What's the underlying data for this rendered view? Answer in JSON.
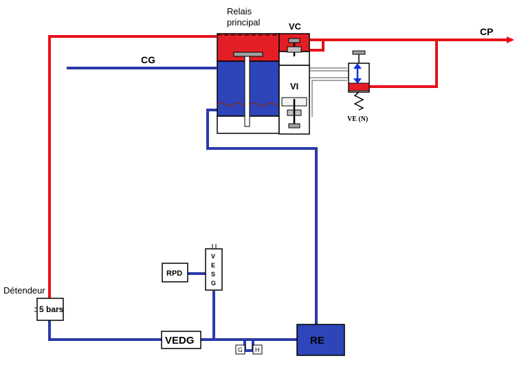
{
  "labels": {
    "relais_line1": "Relais",
    "relais_line2": "principal",
    "vc": "VC",
    "vi": "VI",
    "cp": "CP",
    "cg": "CG",
    "ve": "VE (N)",
    "detendeur": "Détendeur",
    "five_bars": "5 bars",
    "rpd": "RPD",
    "vesg_v": "V",
    "vesg_e": "E",
    "vesg_s": "S",
    "vesg_g": "G",
    "vedg": "VEDG",
    "re": "RE",
    "g": "G",
    "h": "H"
  },
  "colors": {
    "red_pipe": "#e8101a",
    "blue_pipe": "#2b3aa8",
    "red_fill": "#e41e26",
    "blue_fill": "#2d45b8",
    "grey_line": "#888888",
    "outline": "#000000"
  }
}
